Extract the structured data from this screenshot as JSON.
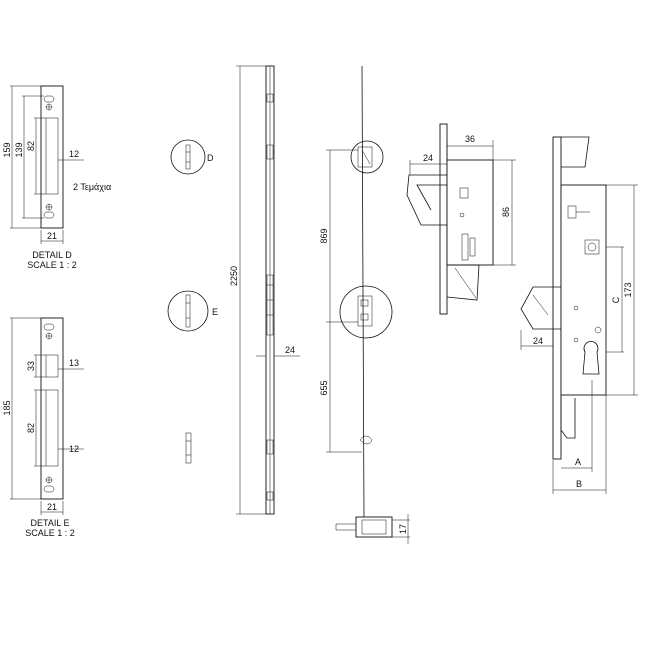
{
  "detail_d": {
    "dims": {
      "total_height": "159",
      "upper_height": "139",
      "slot_height": "82",
      "slot_offset": "12",
      "width": "21"
    },
    "caption_title": "DETAIL D",
    "caption_scale": "SCALE 1 : 2",
    "quantity_note": "2 Τεμάχια"
  },
  "detail_e": {
    "dims": {
      "total_height": "185",
      "upper_slot": "33",
      "upper_offset": "13",
      "lower_slot": "82",
      "lower_offset": "12",
      "width": "21"
    },
    "caption_title": "DETAIL E",
    "caption_scale": "SCALE 1 : 2"
  },
  "rod": {
    "markers": {
      "d": "D",
      "e": "E"
    },
    "length": "2250",
    "width": "24"
  },
  "side_view": {
    "upper_distance": "869",
    "lower_distance": "655",
    "bolt_thickness": "17"
  },
  "top_case": {
    "width": "36",
    "faceplate_offset": "24",
    "height": "86"
  },
  "main_lock": {
    "height": "173",
    "center": "C",
    "latch_projection": "24",
    "backset_a": "A",
    "overall_b": "B"
  }
}
